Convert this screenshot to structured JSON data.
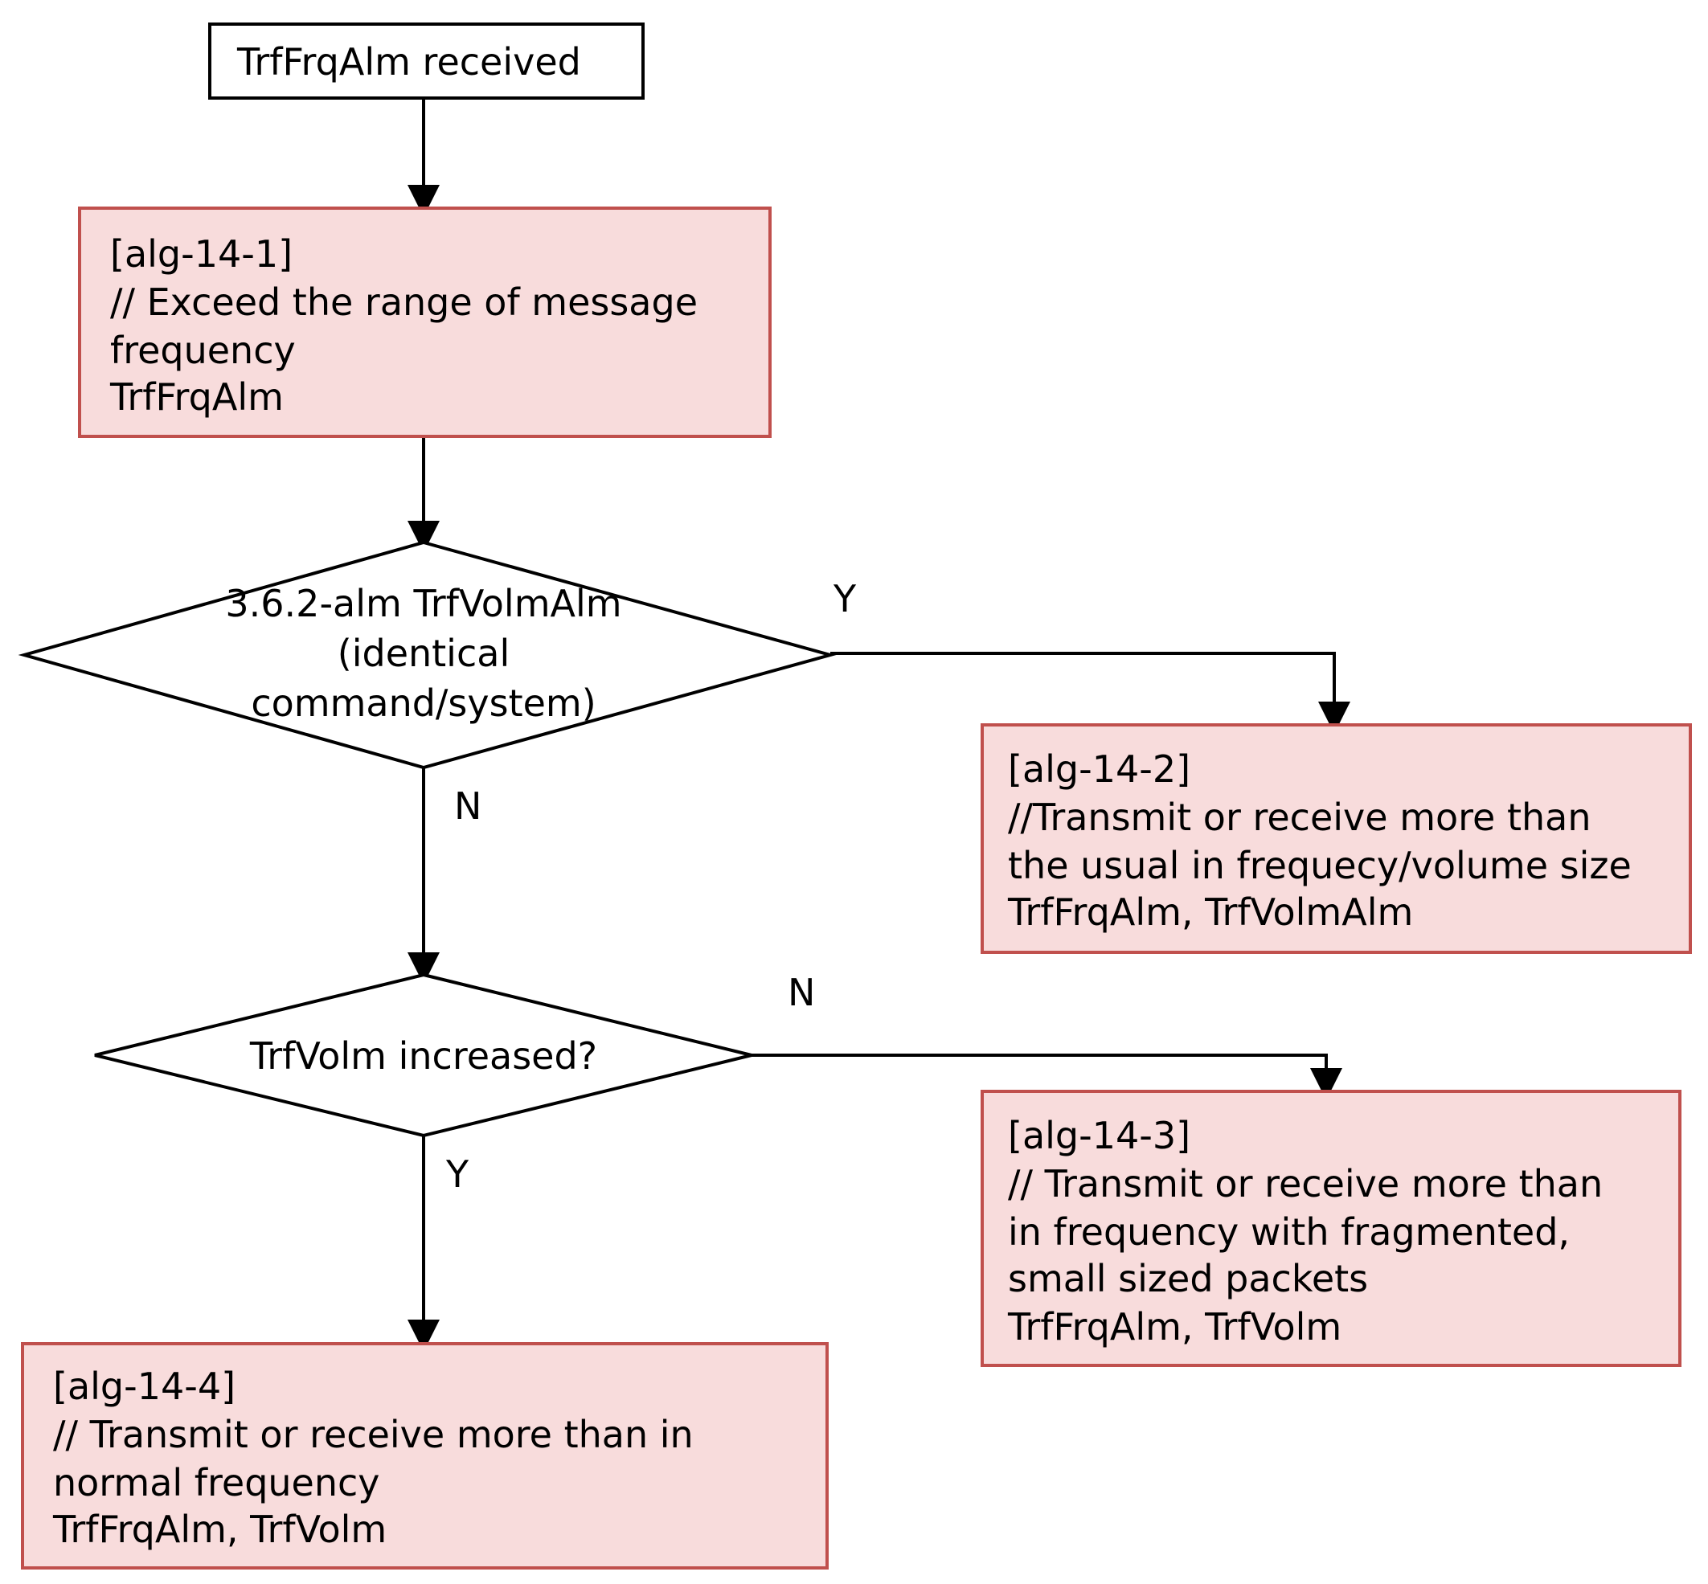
{
  "start": {
    "text": "TrfFrqAlm received"
  },
  "alg_14_1": {
    "id": "[alg-14-1]",
    "comment": "// Exceed the range of message",
    "comment2": "frequency",
    "alarms": "TrfFrqAlm"
  },
  "decision_1": {
    "line1": "3.6.2-alm TrfVolmAlm",
    "line2": "(identical",
    "line3": "command/system)",
    "yes_label": "Y",
    "no_label": "N"
  },
  "alg_14_2": {
    "id": "[alg-14-2]",
    "comment": "//Transmit or receive more than",
    "comment2": "the usual in frequecy/volume size",
    "alarms": "TrfFrqAlm, TrfVolmAlm"
  },
  "decision_2": {
    "text": "TrfVolm increased?",
    "no_label": "N",
    "yes_label": "Y"
  },
  "alg_14_3": {
    "id": "[alg-14-3]",
    "comment": "// Transmit or receive more than",
    "comment2": "in frequency with fragmented,",
    "comment3": "small sized packets",
    "alarms": "TrfFrqAlm, TrfVolm"
  },
  "alg_14_4": {
    "id": "[alg-14-4]",
    "comment": "// Transmit or receive more than in",
    "comment2": "normal frequency",
    "alarms": "TrfFrqAlm, TrfVolm"
  },
  "colors": {
    "process_fill": "#f8dcdc",
    "process_border": "#c0504d",
    "line": "#000000"
  }
}
